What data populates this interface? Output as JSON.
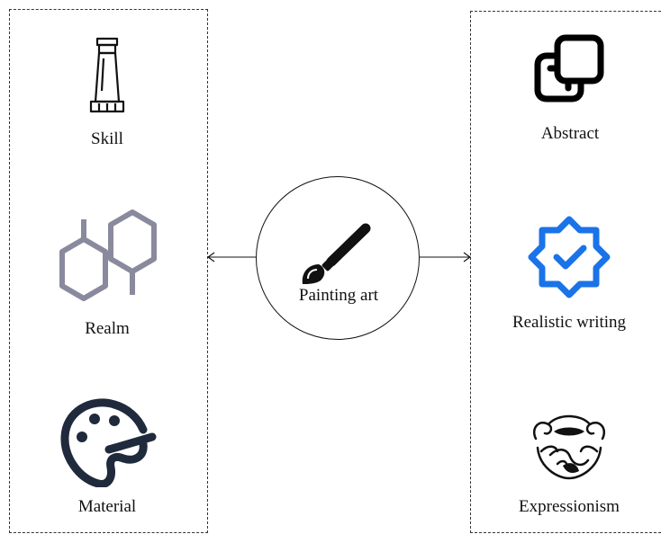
{
  "center": {
    "label": "Painting art",
    "icon": "paintbrush-icon"
  },
  "left_items": [
    {
      "label": "Skill",
      "icon": "paint-tube-icon"
    },
    {
      "label": "Realm",
      "icon": "hexagons-icon"
    },
    {
      "label": "Material",
      "icon": "palette-icon"
    }
  ],
  "right_items": [
    {
      "label": "Abstract",
      "icon": "copy-squares-icon"
    },
    {
      "label": "Realistic writing",
      "icon": "verified-badge-icon"
    },
    {
      "label": "Expressionism",
      "icon": "swirl-emblem-icon"
    }
  ],
  "colors": {
    "line": "#111111",
    "hexagons": "#8a8a9e",
    "palette": "#1f2a3c",
    "badge": "#1a73e8"
  }
}
